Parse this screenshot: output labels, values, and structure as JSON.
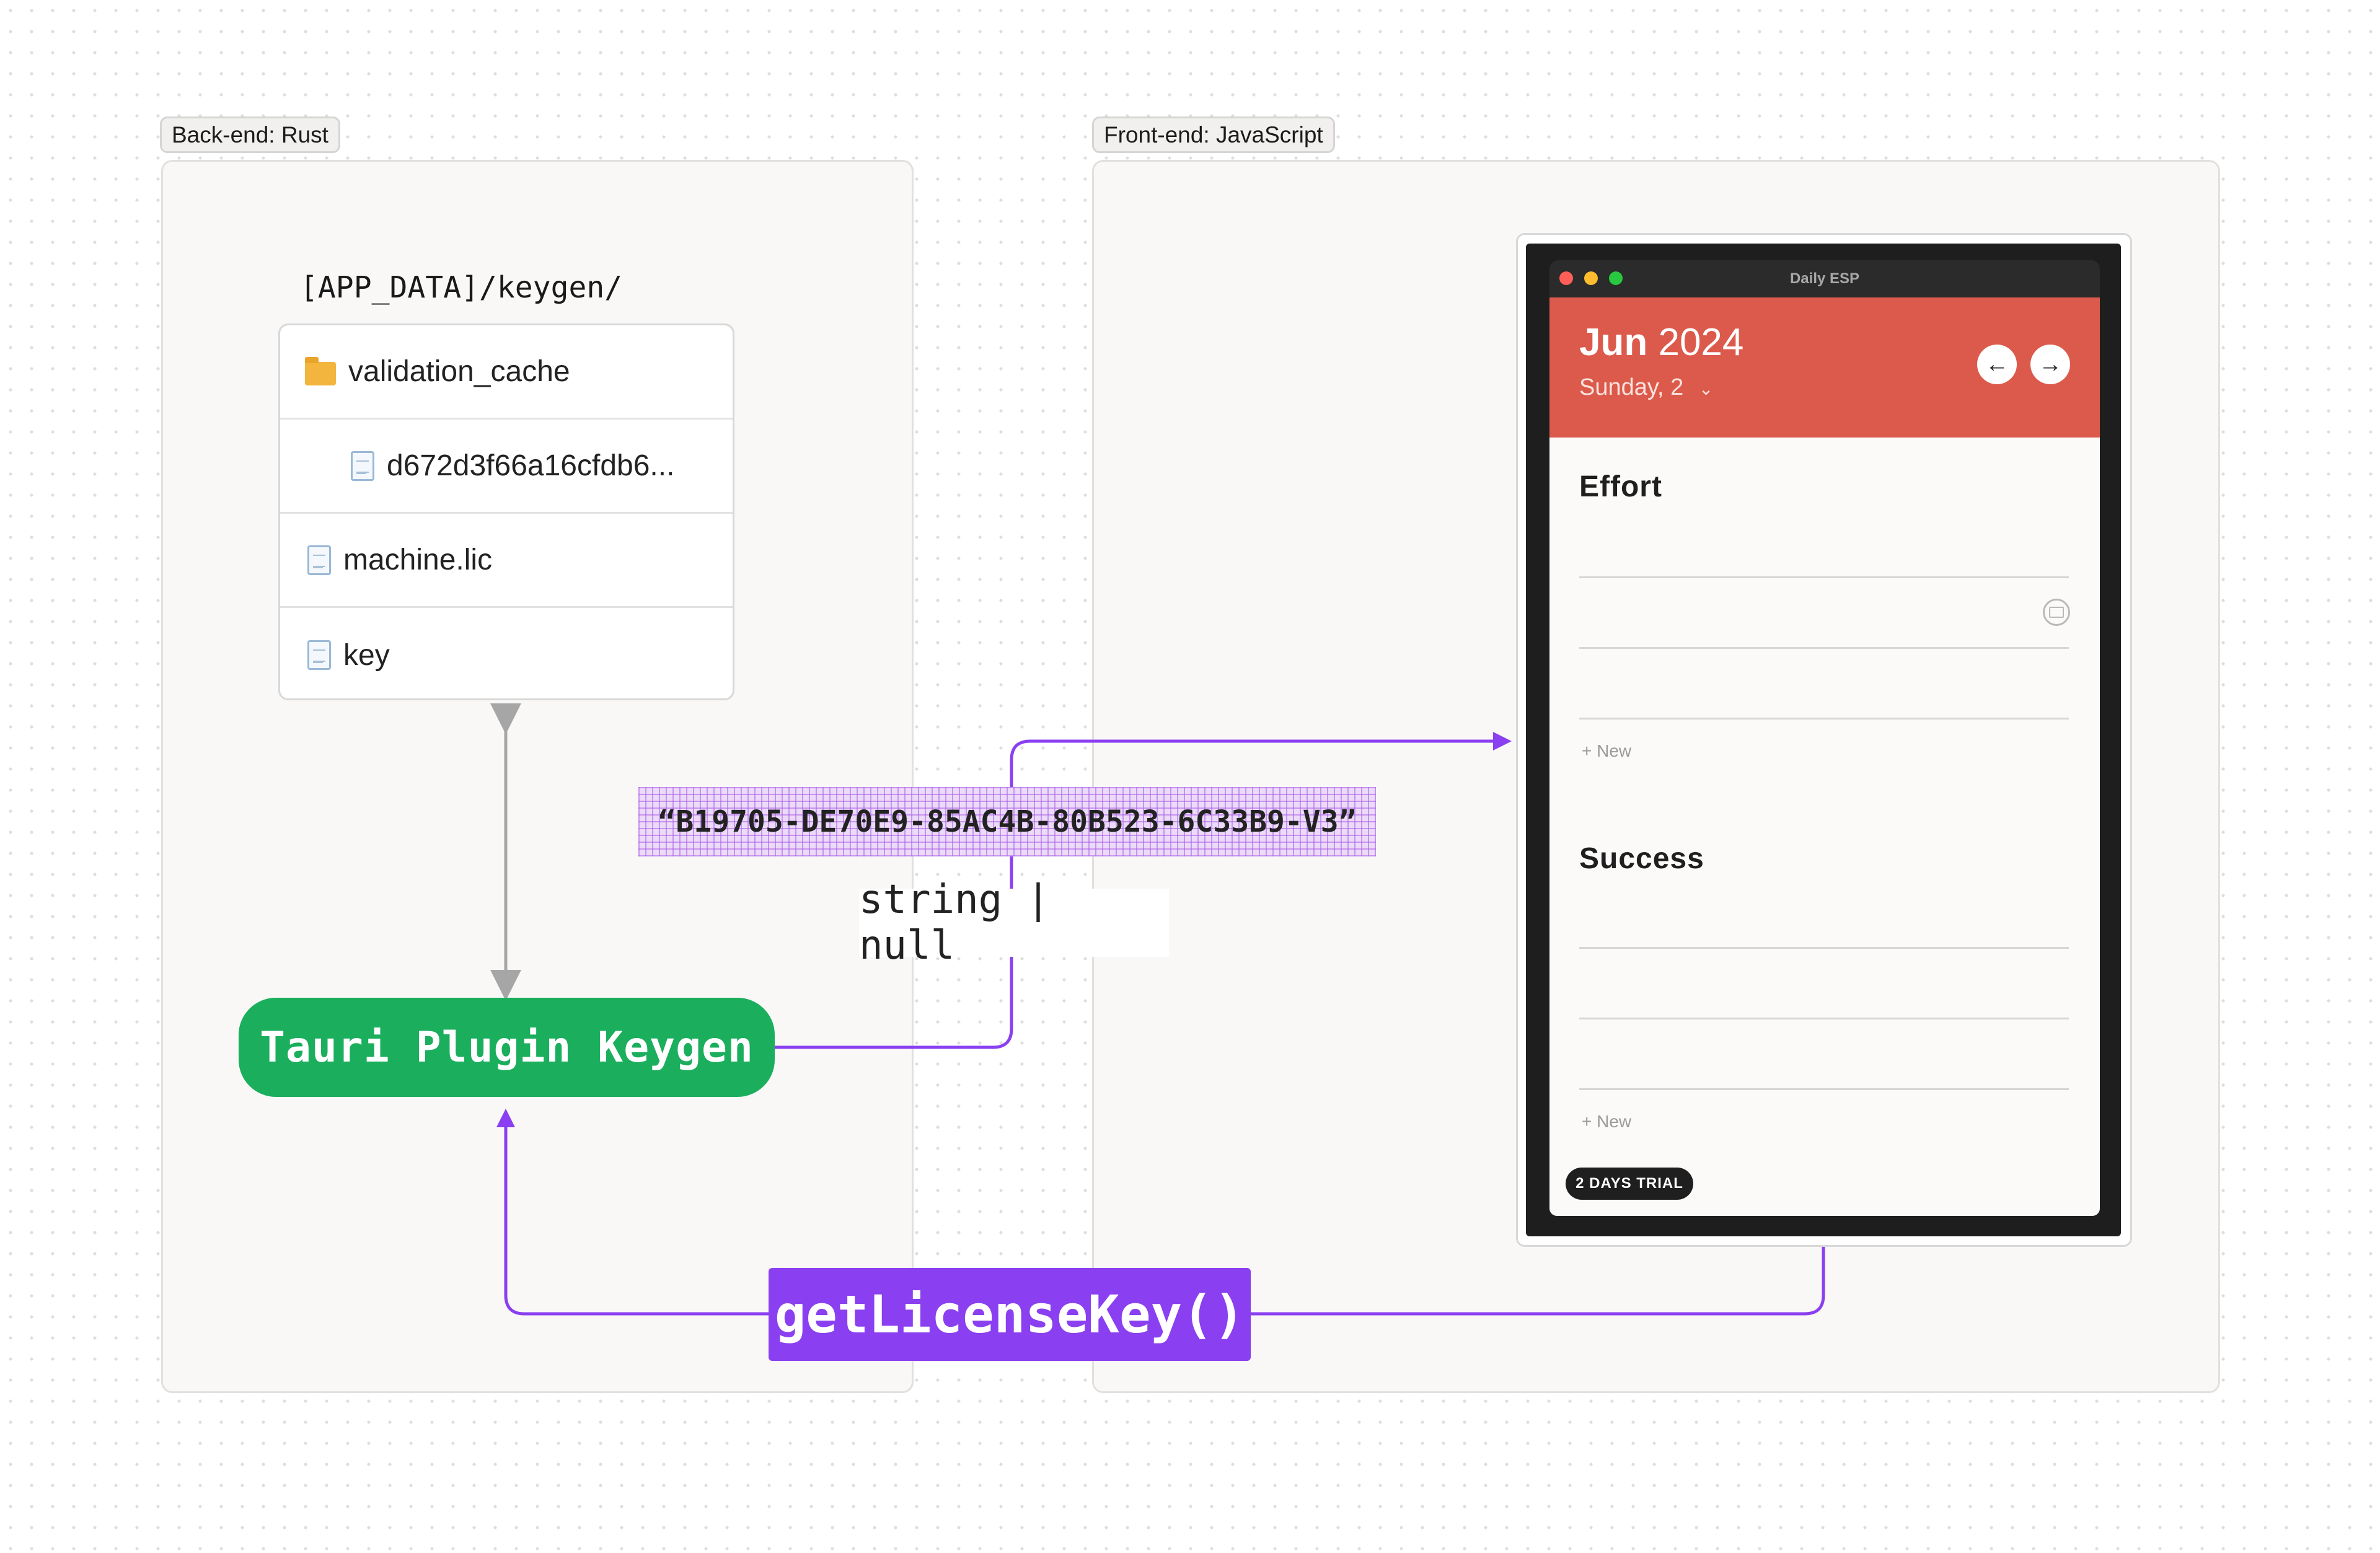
{
  "backend": {
    "tag": "Back-end: Rust"
  },
  "frontend": {
    "tag": "Front-end: JavaScript"
  },
  "filetree": {
    "path": "[APP_DATA]/keygen/",
    "items": [
      {
        "label": "validation_cache",
        "icon": "folder-icon"
      },
      {
        "label": "d672d3f66a16cfdb6...",
        "icon": "file-icon"
      },
      {
        "label": "machine.lic",
        "icon": "file-icon"
      },
      {
        "label": "key",
        "icon": "file-icon"
      }
    ]
  },
  "plugin": {
    "label": "Tauri Plugin Keygen"
  },
  "call": {
    "label": "getLicenseKey()"
  },
  "response": {
    "key": "“B19705-DE70E9-85AC4B-80B523-6C33B9-V3”",
    "type": "string | null"
  },
  "colors": {
    "purple": "#8a3ff0",
    "green": "#1bae5d",
    "gray_arrow": "#a6a6a6",
    "app_red": "#dc5a4b"
  },
  "app": {
    "window_title": "Daily ESP",
    "month": "Jun",
    "year": "2024",
    "day": "Sunday, 2",
    "prev_icon": "←",
    "next_icon": "→",
    "sections": [
      {
        "title": "Effort",
        "new_label": "+ New"
      },
      {
        "title": "Success",
        "new_label": "+ New"
      }
    ],
    "trial_badge": "2 DAYS TRIAL"
  }
}
